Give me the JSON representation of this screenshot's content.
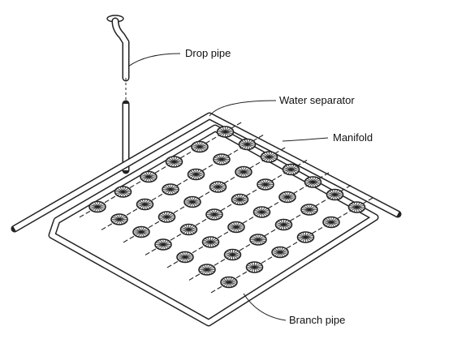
{
  "labels": {
    "drop_pipe": "Drop pipe",
    "water_separator": "Water separator",
    "manifold": "Manifold",
    "branch_pipe": "Branch pipe"
  },
  "colors": {
    "line": "#222222",
    "background": "#ffffff"
  },
  "icons": [
    "flange-icon",
    "sprinkler-nozzle-icon"
  ]
}
